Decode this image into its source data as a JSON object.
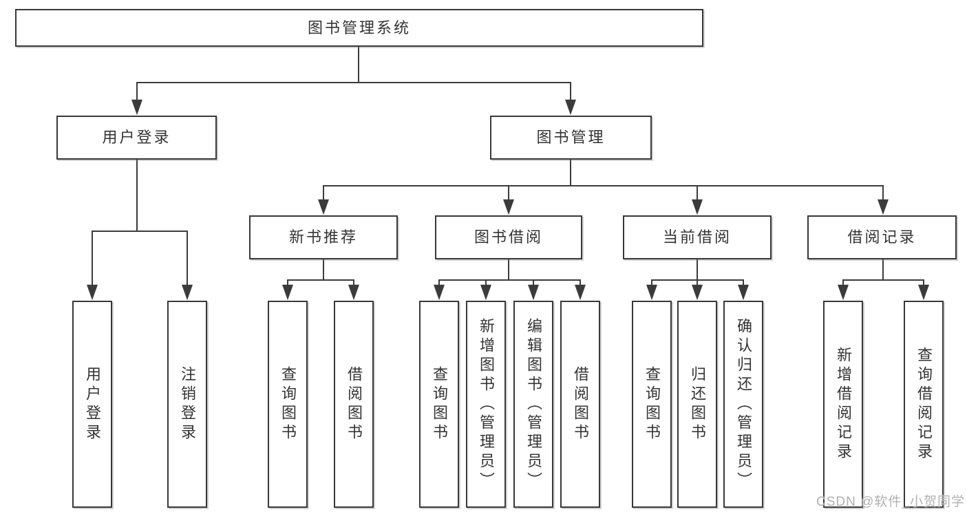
{
  "root": {
    "label": "图书管理系统"
  },
  "branches": {
    "user_login": {
      "label": "用户登录",
      "children": [
        {
          "label": "用户登录"
        },
        {
          "label": "注销登录"
        }
      ]
    },
    "book_management": {
      "label": "图书管理",
      "sections": {
        "new_book_recommend": {
          "label": "新书推荐",
          "children": [
            {
              "label": "查询图书"
            },
            {
              "label": "借阅图书"
            }
          ]
        },
        "book_borrow": {
          "label": "图书借阅",
          "children": [
            {
              "label": "查询图书"
            },
            {
              "label": "新增图书（管理员）"
            },
            {
              "label": "编辑图书（管理员）"
            },
            {
              "label": "借阅图书"
            }
          ]
        },
        "current_borrow": {
          "label": "当前借阅",
          "children": [
            {
              "label": "查询图书"
            },
            {
              "label": "归还图书"
            },
            {
              "label": "确认归还（管理员）"
            }
          ]
        },
        "borrow_records": {
          "label": "借阅记录",
          "children": [
            {
              "label": "新增借阅记录"
            },
            {
              "label": "查询借阅记录"
            }
          ]
        }
      }
    }
  },
  "watermark": {
    "text": "CSDN @软件_小贺同学"
  },
  "colors": {
    "line": "#3b3b3b",
    "box_border": "#383838",
    "text": "#333333",
    "background": "#ffffff",
    "watermark": "#b0b0b0"
  }
}
